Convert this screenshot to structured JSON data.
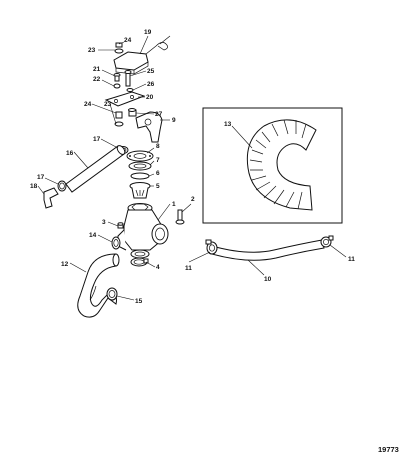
{
  "diagram": {
    "id": "19773",
    "callouts": [
      {
        "key": "c1",
        "label": "1"
      },
      {
        "key": "c2",
        "label": "2"
      },
      {
        "key": "c3",
        "label": "3"
      },
      {
        "key": "c4",
        "label": "4"
      },
      {
        "key": "c5",
        "label": "5"
      },
      {
        "key": "c6",
        "label": "6"
      },
      {
        "key": "c7",
        "label": "7"
      },
      {
        "key": "c8",
        "label": "8"
      },
      {
        "key": "c9",
        "label": "9"
      },
      {
        "key": "c10",
        "label": "10"
      },
      {
        "key": "c11a",
        "label": "11"
      },
      {
        "key": "c11b",
        "label": "11"
      },
      {
        "key": "c12",
        "label": "12"
      },
      {
        "key": "c13",
        "label": "13"
      },
      {
        "key": "c14",
        "label": "14"
      },
      {
        "key": "c15",
        "label": "15"
      },
      {
        "key": "c16",
        "label": "16"
      },
      {
        "key": "c17a",
        "label": "17"
      },
      {
        "key": "c17b",
        "label": "17"
      },
      {
        "key": "c18",
        "label": "18"
      },
      {
        "key": "c19",
        "label": "19"
      },
      {
        "key": "c20",
        "label": "20"
      },
      {
        "key": "c21",
        "label": "21"
      },
      {
        "key": "c22",
        "label": "22"
      },
      {
        "key": "c23a",
        "label": "23"
      },
      {
        "key": "c23b",
        "label": "23"
      },
      {
        "key": "c24a",
        "label": "24"
      },
      {
        "key": "c24b",
        "label": "24"
      },
      {
        "key": "c25",
        "label": "25"
      },
      {
        "key": "c26",
        "label": "26"
      },
      {
        "key": "c27",
        "label": "27"
      }
    ]
  }
}
